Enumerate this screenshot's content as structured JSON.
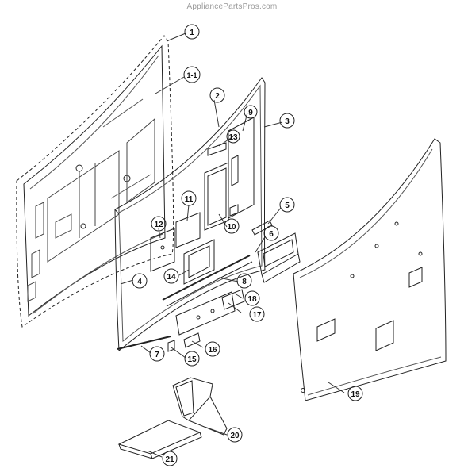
{
  "watermark": "AppliancePartsPros.com",
  "callouts": [
    {
      "id": "c1",
      "label": "1"
    },
    {
      "id": "c1-1",
      "label": "1-1"
    },
    {
      "id": "c2",
      "label": "2"
    },
    {
      "id": "c3",
      "label": "3"
    },
    {
      "id": "c4",
      "label": "4"
    },
    {
      "id": "c5",
      "label": "5"
    },
    {
      "id": "c6",
      "label": "6"
    },
    {
      "id": "c7",
      "label": "7"
    },
    {
      "id": "c8",
      "label": "8"
    },
    {
      "id": "c9",
      "label": "9"
    },
    {
      "id": "c10",
      "label": "10"
    },
    {
      "id": "c11",
      "label": "11"
    },
    {
      "id": "c12",
      "label": "12"
    },
    {
      "id": "c13",
      "label": "13"
    },
    {
      "id": "c14",
      "label": "14"
    },
    {
      "id": "c15",
      "label": "15"
    },
    {
      "id": "c16",
      "label": "16"
    },
    {
      "id": "c17",
      "label": "17"
    },
    {
      "id": "c18",
      "label": "18"
    },
    {
      "id": "c19",
      "label": "19"
    },
    {
      "id": "c20",
      "label": "20"
    },
    {
      "id": "c21",
      "label": "21"
    }
  ]
}
